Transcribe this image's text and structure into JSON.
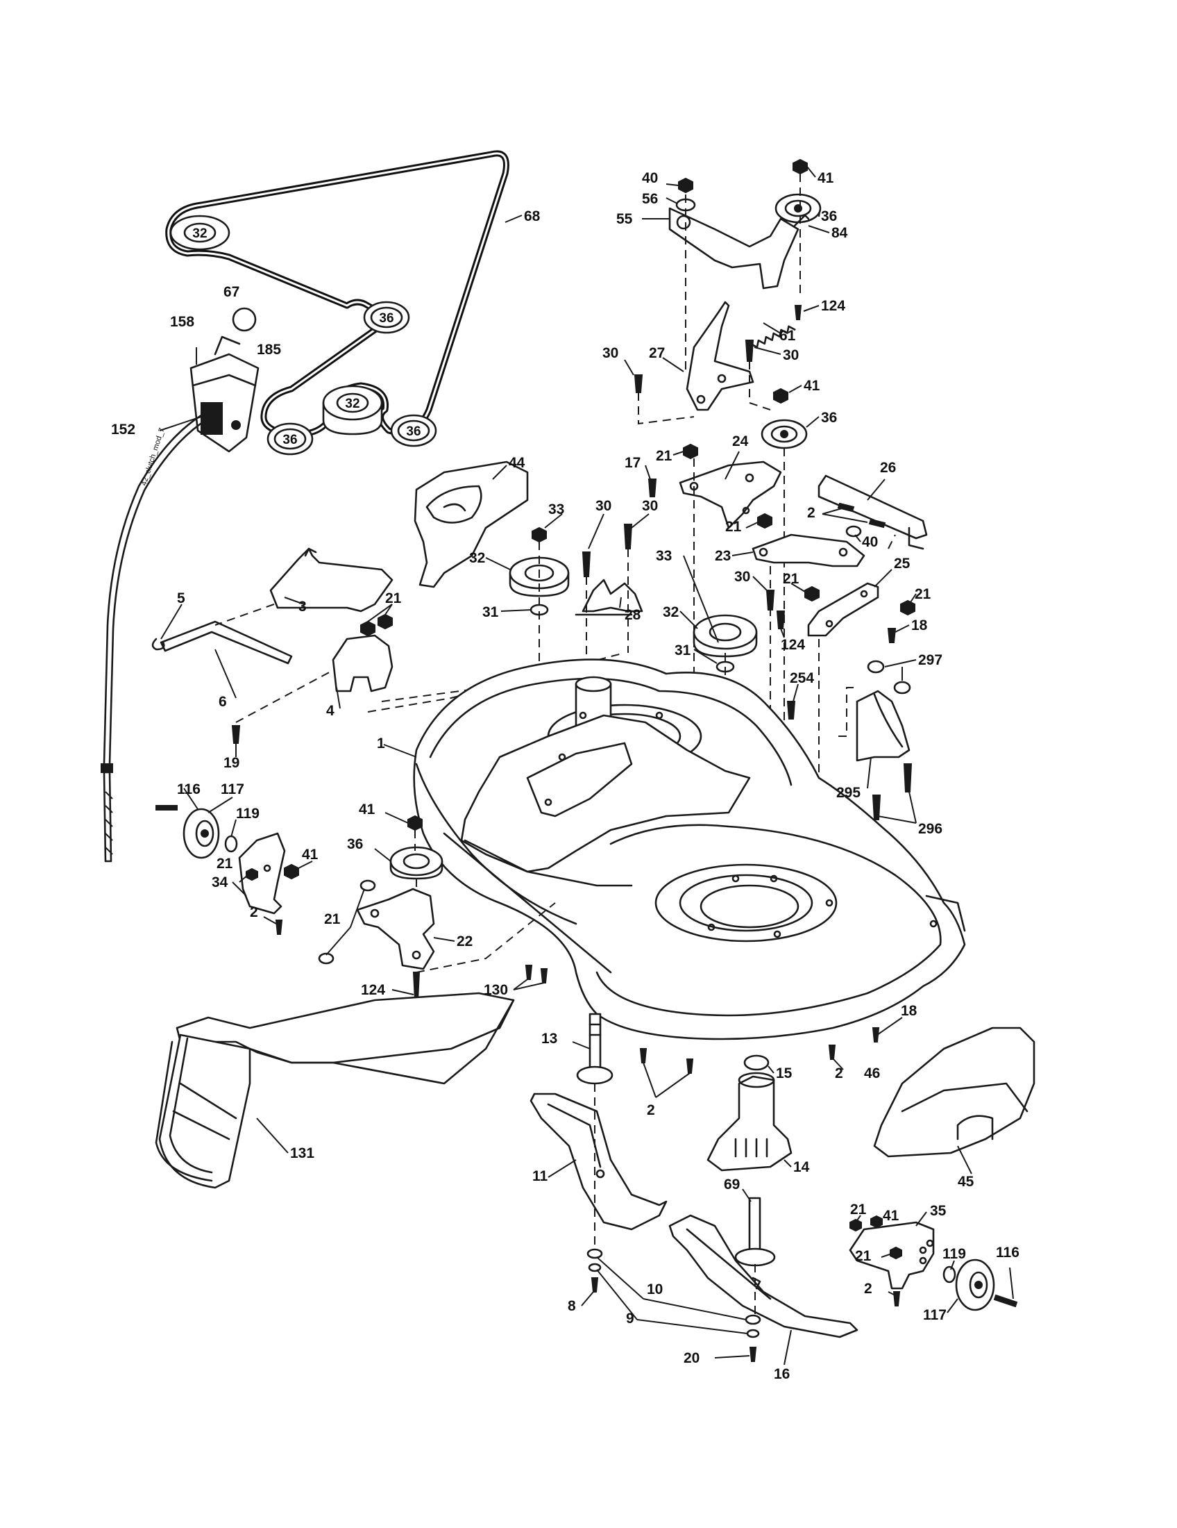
{
  "diagram": {
    "cable_label": "42_clutch_mod_7",
    "belt_pulley_labels": [
      "32",
      "36",
      "32",
      "36",
      "36"
    ],
    "callouts": [
      {
        "id": "c40",
        "text": "40"
      },
      {
        "id": "c41a",
        "text": "41"
      },
      {
        "id": "c56",
        "text": "56"
      },
      {
        "id": "c36a",
        "text": "36"
      },
      {
        "id": "c84",
        "text": "84"
      },
      {
        "id": "c55",
        "text": "55"
      },
      {
        "id": "c68",
        "text": "68"
      },
      {
        "id": "c67",
        "text": "67"
      },
      {
        "id": "c124a",
        "text": "124"
      },
      {
        "id": "c61",
        "text": "61"
      },
      {
        "id": "c158",
        "text": "158"
      },
      {
        "id": "c185",
        "text": "185"
      },
      {
        "id": "c30a",
        "text": "30"
      },
      {
        "id": "c27",
        "text": "27"
      },
      {
        "id": "c30b",
        "text": "30"
      },
      {
        "id": "c41b",
        "text": "41"
      },
      {
        "id": "c36b",
        "text": "36"
      },
      {
        "id": "c152",
        "text": "152"
      },
      {
        "id": "c24",
        "text": "24"
      },
      {
        "id": "c21a",
        "text": "21"
      },
      {
        "id": "c17",
        "text": "17"
      },
      {
        "id": "c44",
        "text": "44"
      },
      {
        "id": "c26",
        "text": "26"
      },
      {
        "id": "c33a",
        "text": "33"
      },
      {
        "id": "c30c",
        "text": "30"
      },
      {
        "id": "c30d",
        "text": "30"
      },
      {
        "id": "c21b",
        "text": "21"
      },
      {
        "id": "c2a",
        "text": "2"
      },
      {
        "id": "c23",
        "text": "23"
      },
      {
        "id": "c40b",
        "text": "40"
      },
      {
        "id": "c32a",
        "text": "32"
      },
      {
        "id": "c33b",
        "text": "33"
      },
      {
        "id": "c30e",
        "text": "30"
      },
      {
        "id": "c21c",
        "text": "21"
      },
      {
        "id": "c25",
        "text": "25"
      },
      {
        "id": "c21d",
        "text": "21"
      },
      {
        "id": "c3",
        "text": "3"
      },
      {
        "id": "c21e",
        "text": "21"
      },
      {
        "id": "c28",
        "text": "28"
      },
      {
        "id": "c31a",
        "text": "31"
      },
      {
        "id": "c32b",
        "text": "32"
      },
      {
        "id": "c18a",
        "text": "18"
      },
      {
        "id": "c5",
        "text": "5"
      },
      {
        "id": "c124b",
        "text": "124"
      },
      {
        "id": "c297",
        "text": "297"
      },
      {
        "id": "c31b",
        "text": "31"
      },
      {
        "id": "c6",
        "text": "6"
      },
      {
        "id": "c4",
        "text": "4"
      },
      {
        "id": "c254",
        "text": "254"
      },
      {
        "id": "c1",
        "text": "1"
      },
      {
        "id": "c19",
        "text": "19"
      },
      {
        "id": "c116a",
        "text": "116"
      },
      {
        "id": "c117a",
        "text": "117"
      },
      {
        "id": "c295",
        "text": "295"
      },
      {
        "id": "c41c",
        "text": "41"
      },
      {
        "id": "c119a",
        "text": "119"
      },
      {
        "id": "c296",
        "text": "296"
      },
      {
        "id": "c36c",
        "text": "36"
      },
      {
        "id": "c41d",
        "text": "41"
      },
      {
        "id": "c21f",
        "text": "21"
      },
      {
        "id": "c34",
        "text": "34"
      },
      {
        "id": "c2b",
        "text": "2"
      },
      {
        "id": "c21g",
        "text": "21"
      },
      {
        "id": "c22",
        "text": "22"
      },
      {
        "id": "c124c",
        "text": "124"
      },
      {
        "id": "c130",
        "text": "130"
      },
      {
        "id": "c18b",
        "text": "18"
      },
      {
        "id": "c13",
        "text": "13"
      },
      {
        "id": "c15",
        "text": "15"
      },
      {
        "id": "c2c",
        "text": "2"
      },
      {
        "id": "c46",
        "text": "46"
      },
      {
        "id": "c2d",
        "text": "2"
      },
      {
        "id": "c131",
        "text": "131"
      },
      {
        "id": "c14",
        "text": "14"
      },
      {
        "id": "c11",
        "text": "11"
      },
      {
        "id": "c45",
        "text": "45"
      },
      {
        "id": "c69",
        "text": "69"
      },
      {
        "id": "c21h",
        "text": "21"
      },
      {
        "id": "c41e",
        "text": "41"
      },
      {
        "id": "c35",
        "text": "35"
      },
      {
        "id": "c21i",
        "text": "21"
      },
      {
        "id": "c119b",
        "text": "119"
      },
      {
        "id": "c116b",
        "text": "116"
      },
      {
        "id": "c2e",
        "text": "2"
      },
      {
        "id": "c10",
        "text": "10"
      },
      {
        "id": "c8",
        "text": "8"
      },
      {
        "id": "c9",
        "text": "9"
      },
      {
        "id": "c117b",
        "text": "117"
      },
      {
        "id": "c20",
        "text": "20"
      },
      {
        "id": "c16",
        "text": "16"
      }
    ]
  }
}
